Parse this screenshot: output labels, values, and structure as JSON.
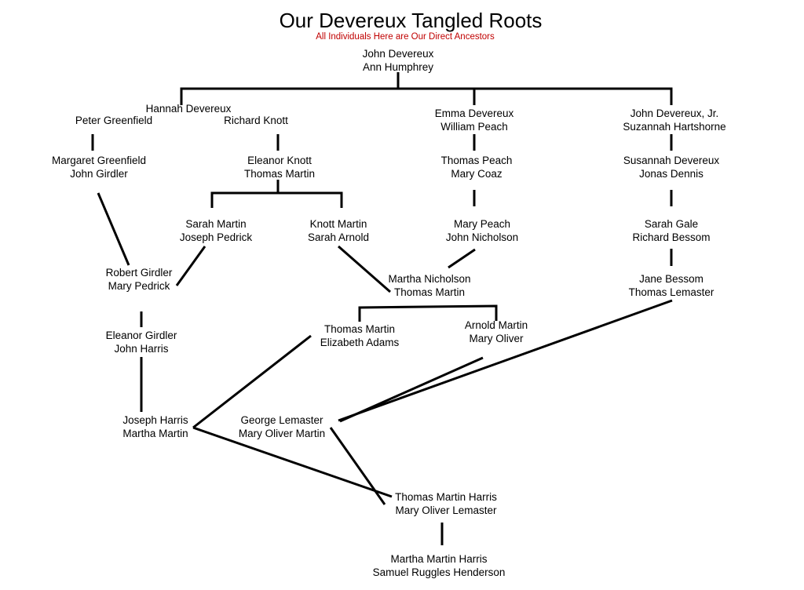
{
  "header": {
    "title": "Our Devereux Tangled Roots",
    "subtitle": "All Individuals Here are Our Direct Ancestors",
    "subtitle_color": "#c00000"
  },
  "couples": {
    "john_devereux": {
      "a": "John Devereux",
      "b": "Ann Humphrey"
    },
    "hannah_devereux": {
      "a": "Hannah Devereux"
    },
    "peter_greenfield": {
      "a": "Peter Greenfield"
    },
    "richard_knott": {
      "a": "Richard Knott"
    },
    "emma_devereux": {
      "a": "Emma Devereux",
      "b": "William Peach"
    },
    "john_devereux_jr": {
      "a": "John Devereux, Jr.",
      "b": "Suzannah Hartshorne"
    },
    "margaret_greenfield": {
      "a": "Margaret Greenfield",
      "b": "John Girdler"
    },
    "eleanor_knott": {
      "a": "Eleanor Knott",
      "b": "Thomas Martin"
    },
    "thomas_peach": {
      "a": "Thomas Peach",
      "b": "Mary Coaz"
    },
    "susannah_devereux": {
      "a": "Susannah Devereux",
      "b": "Jonas Dennis"
    },
    "sarah_martin": {
      "a": "Sarah Martin",
      "b": "Joseph Pedrick"
    },
    "knott_martin": {
      "a": "Knott Martin",
      "b": "Sarah Arnold"
    },
    "mary_peach": {
      "a": "Mary Peach",
      "b": "John Nicholson"
    },
    "sarah_gale": {
      "a": "Sarah Gale",
      "b": "Richard Bessom"
    },
    "robert_girdler": {
      "a": "Robert Girdler",
      "b": "Mary Pedrick"
    },
    "martha_nicholson": {
      "a": "Martha Nicholson",
      "b": "Thomas Martin"
    },
    "jane_bessom": {
      "a": "Jane Bessom",
      "b": "Thomas Lemaster"
    },
    "eleanor_girdler": {
      "a": "Eleanor Girdler",
      "b": "John Harris"
    },
    "thomas_martin": {
      "a": "Thomas Martin",
      "b": "Elizabeth Adams"
    },
    "arnold_martin": {
      "a": "Arnold Martin",
      "b": "Mary Oliver"
    },
    "joseph_harris": {
      "a": "Joseph Harris",
      "b": "Martha Martin"
    },
    "george_lemaster": {
      "a": "George Lemaster",
      "b": "Mary Oliver Martin"
    },
    "thomas_martin_harris": {
      "a": "Thomas Martin Harris",
      "b": "Mary Oliver Lemaster"
    },
    "martha_martin_harris": {
      "a": "Martha Martin Harris",
      "b": "Samuel Ruggles Henderson"
    }
  }
}
